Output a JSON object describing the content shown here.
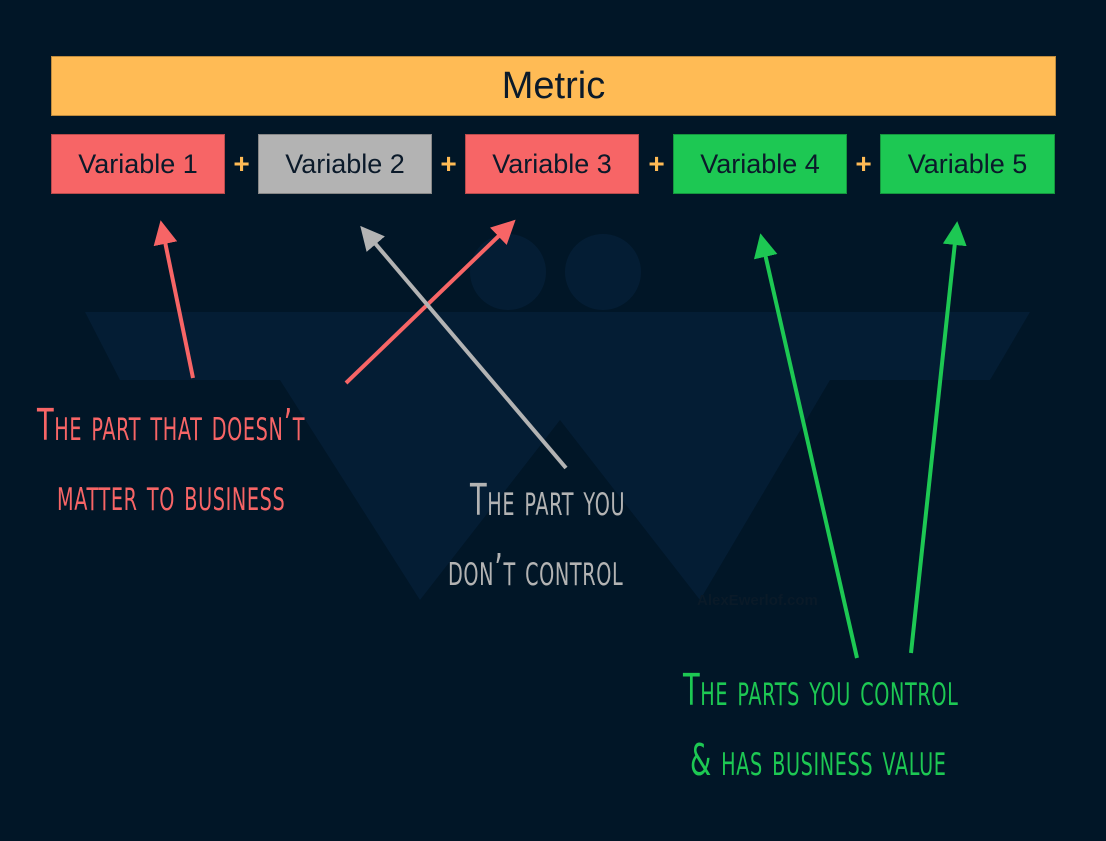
{
  "metric": {
    "label": "Metric",
    "color": "#FFBB55"
  },
  "operator": "+",
  "variables": [
    {
      "label": "Variable 1",
      "color": "#F76566"
    },
    {
      "label": "Variable 2",
      "color": "#B3B3B3"
    },
    {
      "label": "Variable 3",
      "color": "#F76566"
    },
    {
      "label": "Variable 4",
      "color": "#1DC853"
    },
    {
      "label": "Variable 5",
      "color": "#1DC853"
    }
  ],
  "annotations": {
    "no_business_value": {
      "lines": [
        "The part that doesn’t",
        "matter to business"
      ],
      "color": "#F76566"
    },
    "no_control": {
      "lines": [
        "The part you",
        "don’t control"
      ],
      "color": "#B3B3B3"
    },
    "control_and_value": {
      "lines": [
        "The parts you control",
        "& has business value"
      ],
      "color": "#1DC853"
    }
  },
  "watermark": "AlexEwerlof.com",
  "background": "#011627"
}
